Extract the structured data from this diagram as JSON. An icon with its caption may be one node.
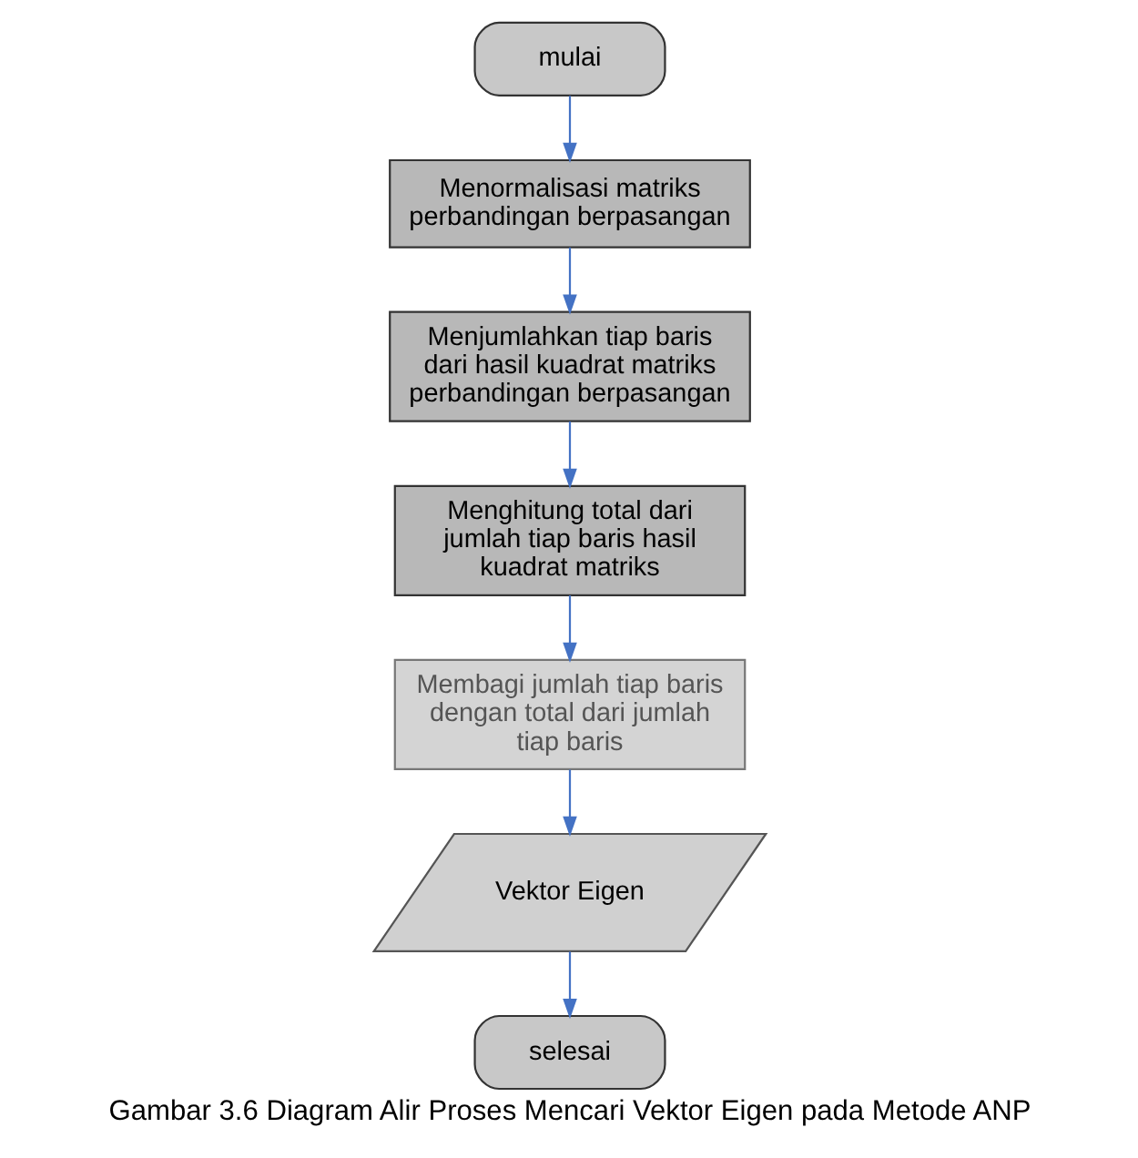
{
  "diagram": {
    "caption": "Gambar 3.6 Diagram Alir Proses Mencari Vektor Eigen pada Metode ANP",
    "nodes": [
      {
        "text": [
          "mulai"
        ]
      },
      {
        "text": [
          "Menormalisasi matriks perbandingan berpasangan"
        ]
      },
      {
        "text": [
          "Menjumlahkan tiap baris dari hasil kuadrat matriks perbandingan berpasangan"
        ]
      },
      {
        "text": [
          "Menghitung total dari jumlah tiap baris hasil kuadrat matriks"
        ]
      },
      {
        "text": [
          "Membagi jumlah tiap baris dengan total dari jumlah tiap baris"
        ]
      },
      {
        "text": [
          "Vektor Eigen"
        ]
      },
      {
        "text": [
          "selesai"
        ]
      }
    ],
    "edges": [
      {
        "from": 0,
        "to": 1,
        "arrow": "to"
      },
      {
        "from": 1,
        "to": 2,
        "arrow": "to"
      },
      {
        "from": 2,
        "to": 3,
        "arrow": "to"
      },
      {
        "from": 3,
        "to": 4,
        "arrow": "to"
      },
      {
        "from": 4,
        "to": 5,
        "arrow": "to"
      },
      {
        "from": 5,
        "to": 6,
        "arrow": "to"
      }
    ]
  }
}
